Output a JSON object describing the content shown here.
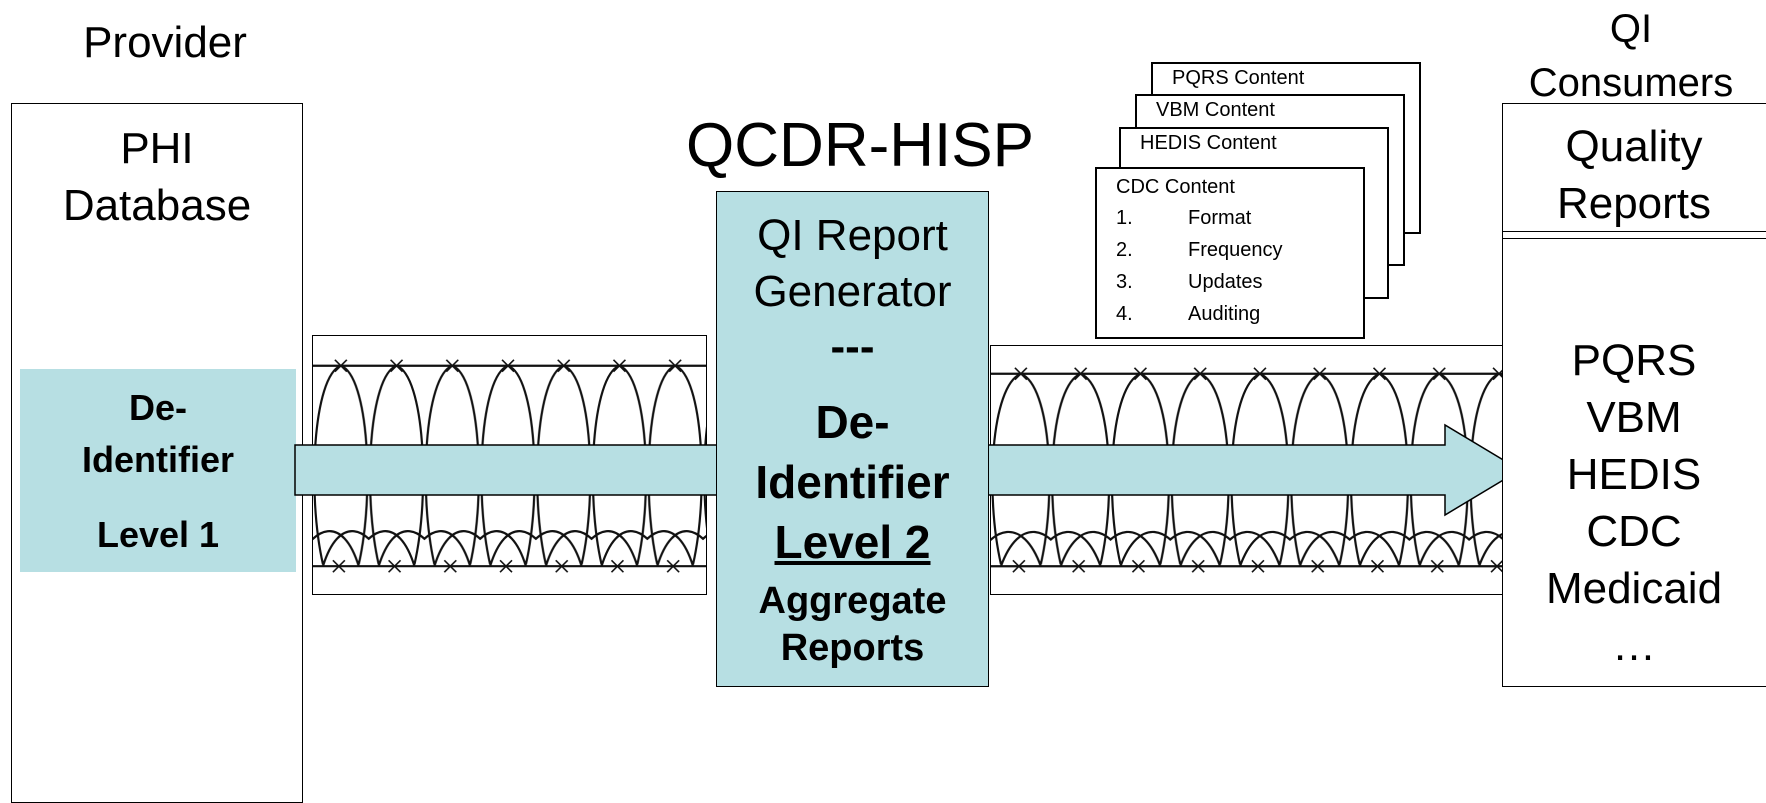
{
  "provider": {
    "title": "Provider",
    "db_lines": [
      "PHI",
      "Database"
    ],
    "deid_lines": [
      "De-",
      "Identifier",
      "Level 1"
    ]
  },
  "hisp": {
    "title": "QCDR-HISP",
    "gen_lines": [
      "QI Report",
      "Generator"
    ],
    "dashes": "---",
    "deid_lines": [
      "De-",
      "Identifier"
    ],
    "level": "Level 2",
    "agg_lines": [
      "Aggregate",
      "Reports"
    ]
  },
  "content_cards": {
    "pqrs": "PQRS Content",
    "vbm": "VBM Content",
    "hedis": "HEDIS Content",
    "cdc": {
      "title": "CDC Content",
      "items": [
        {
          "num": "1.",
          "label": "Format"
        },
        {
          "num": "2.",
          "label": "Frequency"
        },
        {
          "num": "3.",
          "label": "Updates"
        },
        {
          "num": "4.",
          "label": "Auditing"
        }
      ]
    }
  },
  "consumers": {
    "title_lines": [
      "QI",
      "Consumers"
    ],
    "report_lines": [
      "Quality",
      "Reports"
    ],
    "programs": [
      "PQRS",
      "VBM",
      "HEDIS",
      "CDC",
      "Medicaid",
      "…"
    ]
  },
  "colors": {
    "teal": "#b7dfe3",
    "line": "#000000"
  },
  "icons": [
    "barbed-wire-icon",
    "arrow-right-icon"
  ]
}
